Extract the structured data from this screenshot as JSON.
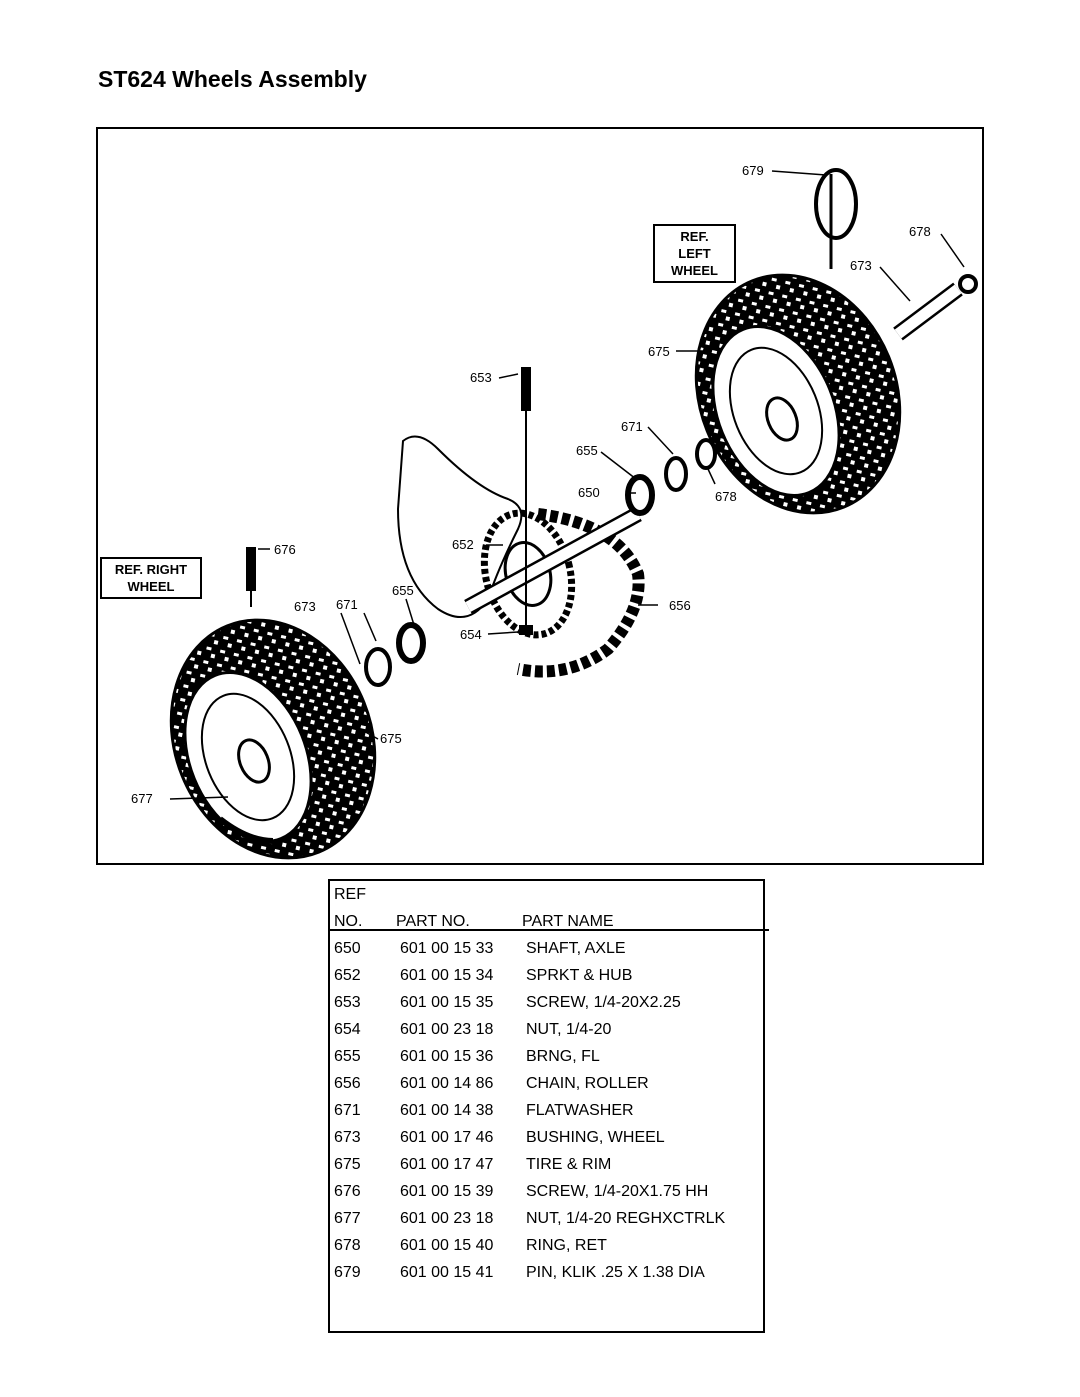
{
  "page_title": "ST624 Wheels Assembly",
  "diagram": {
    "ref_left_wheel": [
      "REF.",
      "LEFT",
      "WHEEL"
    ],
    "ref_right_wheel": [
      "REF. RIGHT",
      "WHEEL"
    ],
    "callouts": {
      "c679": "679",
      "c678a": "678",
      "c673a": "673",
      "c675a": "675",
      "c653": "653",
      "c671a": "671",
      "c655a": "655",
      "c650": "650",
      "c678b": "678",
      "c652": "652",
      "c676": "676",
      "c673b": "673",
      "c671b": "671",
      "c655b": "655",
      "c654": "654",
      "c656": "656",
      "c675b": "675",
      "c677": "677"
    }
  },
  "parts_table": {
    "header": {
      "ref_line1": "REF",
      "ref_line2": "NO.",
      "part_no": "PART NO.",
      "part_name": "PART NAME"
    },
    "rows": [
      {
        "ref": "650",
        "part_no": "601 00 15 33",
        "name": "SHAFT, AXLE"
      },
      {
        "ref": "652",
        "part_no": "601 00 15 34",
        "name": "SPRKT & HUB"
      },
      {
        "ref": "653",
        "part_no": "601 00 15 35",
        "name": "SCREW, 1/4-20X2.25"
      },
      {
        "ref": "654",
        "part_no": "601 00 23 18",
        "name": "NUT, 1/4-20"
      },
      {
        "ref": "655",
        "part_no": "601 00 15 36",
        "name": "BRNG, FL"
      },
      {
        "ref": "656",
        "part_no": "601 00 14 86",
        "name": "CHAIN, ROLLER"
      },
      {
        "ref": "671",
        "part_no": "601 00 14 38",
        "name": "FLATWASHER"
      },
      {
        "ref": "673",
        "part_no": "601 00 17 46",
        "name": "BUSHING, WHEEL"
      },
      {
        "ref": "675",
        "part_no": "601 00 17 47",
        "name": "TIRE & RIM"
      },
      {
        "ref": "676",
        "part_no": "601 00 15 39",
        "name": "SCREW, 1/4-20X1.75 HH"
      },
      {
        "ref": "677",
        "part_no": "601 00 23 18",
        "name": "NUT, 1/4-20 REGHXCTRLK"
      },
      {
        "ref": "678",
        "part_no": "601 00 15 40",
        "name": "RING, RET"
      },
      {
        "ref": "679",
        "part_no": "601 00 15 41",
        "name": "PIN, KLIK .25 X 1.38 DIA"
      }
    ]
  }
}
